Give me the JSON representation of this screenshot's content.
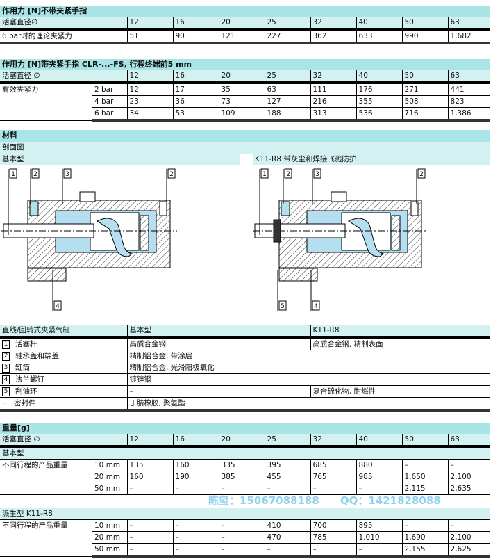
{
  "colors": {
    "header_bar": "#a9e4e6",
    "header_light": "#d3f1f1",
    "blue": "#b5dff0"
  },
  "diameters": [
    "12",
    "16",
    "20",
    "25",
    "32",
    "40",
    "50",
    "63"
  ],
  "force_no_finger": {
    "title": "作用力 [N]不带夹紧手指",
    "diameter_label": "活塞直径∅",
    "rows": [
      {
        "label": "6 bar时的理论夹紧力",
        "values": [
          "51",
          "90",
          "121",
          "227",
          "362",
          "633",
          "990",
          "1,682"
        ]
      }
    ]
  },
  "force_with_finger": {
    "title": "作用力 [N]带夹紧手指 CLR-...-FS, 行程终端前5 mm",
    "diameter_label": "活塞直径 ∅",
    "label": "有效夹紧力",
    "rows": [
      {
        "sub": "2 bar",
        "values": [
          "12",
          "17",
          "35",
          "63",
          "111",
          "176",
          "271",
          "441"
        ]
      },
      {
        "sub": "4 bar",
        "values": [
          "23",
          "36",
          "73",
          "127",
          "216",
          "355",
          "508",
          "823"
        ]
      },
      {
        "sub": "6 bar",
        "values": [
          "34",
          "53",
          "109",
          "188",
          "313",
          "536",
          "716",
          "1,386"
        ]
      }
    ]
  },
  "materials": {
    "title": "材料",
    "section_label": "剖面图",
    "basic_label": "基本型",
    "k11_label": "K11-R8 带灰尘和焊接飞溅防护",
    "diagram_left_callouts": [
      "1",
      "2",
      "3",
      "2",
      "4"
    ],
    "diagram_right_callouts": [
      "1",
      "2",
      "3",
      "2",
      "5",
      "4"
    ],
    "table_headers": [
      "直线/回转式夹紧气缸",
      "基本型",
      "K11-R8"
    ],
    "rows": [
      {
        "num": "1",
        "name": "活塞杆",
        "basic": "高质合金钢",
        "k11": "高质合金钢, 精制表面"
      },
      {
        "num": "2",
        "name": "轴承盖和端盖",
        "basic": "精制铝合金, 带涂层",
        "k11": ""
      },
      {
        "num": "3",
        "name": "缸筒",
        "basic": "精制铝合金, 光滑阳极氧化",
        "k11": ""
      },
      {
        "num": "4",
        "name": "法兰螺钉",
        "basic": "镀锌钢",
        "k11": ""
      },
      {
        "num": "5",
        "name": "刮油环",
        "basic": "–",
        "k11": "复合硫化物, 耐燃性"
      },
      {
        "num": "–",
        "name": "密封件",
        "basic": "丁腈橡胶, 聚氨酯",
        "k11": ""
      }
    ]
  },
  "weight": {
    "title": "重量[g]",
    "diameter_label": "活塞直径 ∅",
    "basic": {
      "title": "基本型",
      "label": "不同行程的产品重量",
      "rows": [
        {
          "sub": "10 mm",
          "values": [
            "135",
            "160",
            "335",
            "395",
            "685",
            "880",
            "–",
            "–"
          ]
        },
        {
          "sub": "20 mm",
          "values": [
            "160",
            "190",
            "385",
            "455",
            "765",
            "985",
            "1,650",
            "2,100"
          ]
        },
        {
          "sub": "50 mm",
          "values": [
            "–",
            "–",
            "–",
            "–",
            "–",
            "–",
            "2,115",
            "2,635"
          ]
        }
      ]
    },
    "derived": {
      "title": "派生型 K11-R8",
      "label": "不同行程的产品重量",
      "rows": [
        {
          "sub": "10 mm",
          "values": [
            "–",
            "–",
            "–",
            "410",
            "700",
            "895",
            "–",
            "–"
          ]
        },
        {
          "sub": "20 mm",
          "values": [
            "–",
            "–",
            "–",
            "470",
            "785",
            "1,010",
            "1,690",
            "2,100"
          ]
        },
        {
          "sub": "50 mm",
          "values": [
            "–",
            "–",
            "–",
            "–",
            "–",
            "–",
            "2,155",
            "2,625"
          ]
        }
      ]
    }
  },
  "watermark": {
    "line1": "陈玺：15067088188",
    "line2": "QQ：1421828088"
  }
}
